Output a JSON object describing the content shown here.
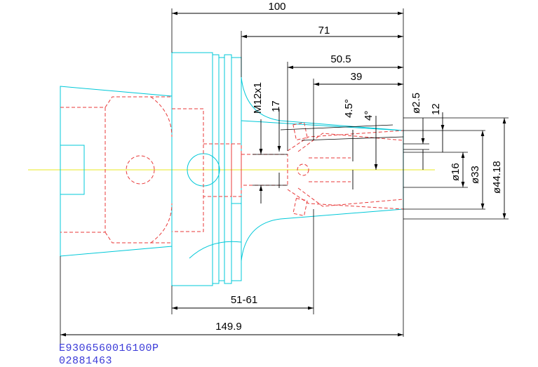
{
  "dimensions": {
    "overall_top": "100",
    "d71": "71",
    "d50_5": "50.5",
    "d39": "39",
    "thread": "M12x1",
    "d17": "17",
    "angle_outer": "4.5°",
    "angle_inner": "4°",
    "dia_2_5": "ø2.5",
    "d12": "12",
    "dia16": "ø16",
    "dia33": "ø33",
    "dia44_18": "ø44.18",
    "range_51_61": "51-61",
    "overall_bottom": "149.9"
  },
  "codes": {
    "part_number": "E9306560016100P",
    "order_number": "02881463"
  },
  "colors": {
    "outline": "#00c8d8",
    "hidden": "#e83a3a",
    "centerline": "#e8e820",
    "dimension": "#000000",
    "code_text": "#3a3ad8"
  }
}
